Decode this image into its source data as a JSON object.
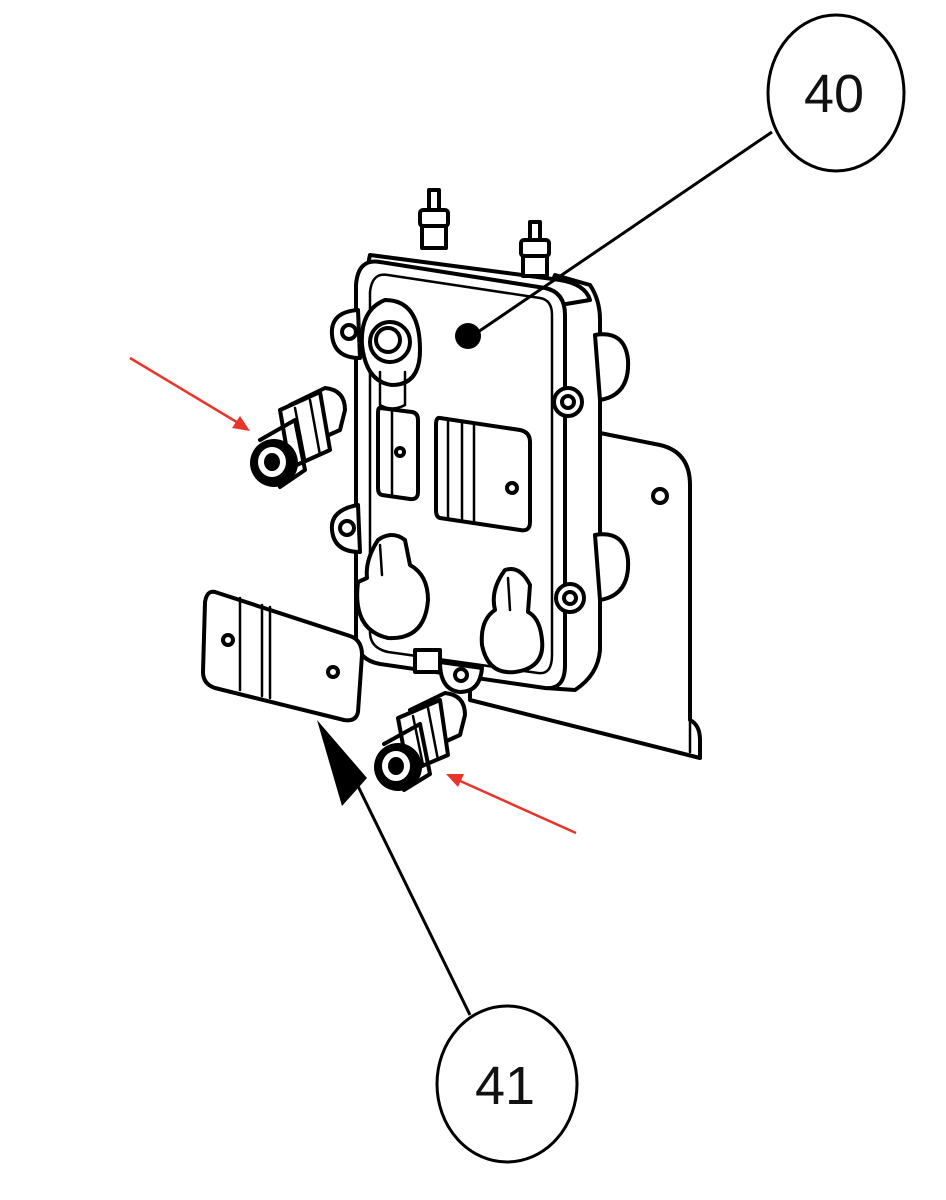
{
  "callouts": [
    {
      "id": "40",
      "label": "40"
    },
    {
      "id": "41",
      "label": "41"
    }
  ],
  "colors": {
    "line": "#000000",
    "highlight_arrow": "#e8342a",
    "background": "#ffffff"
  }
}
